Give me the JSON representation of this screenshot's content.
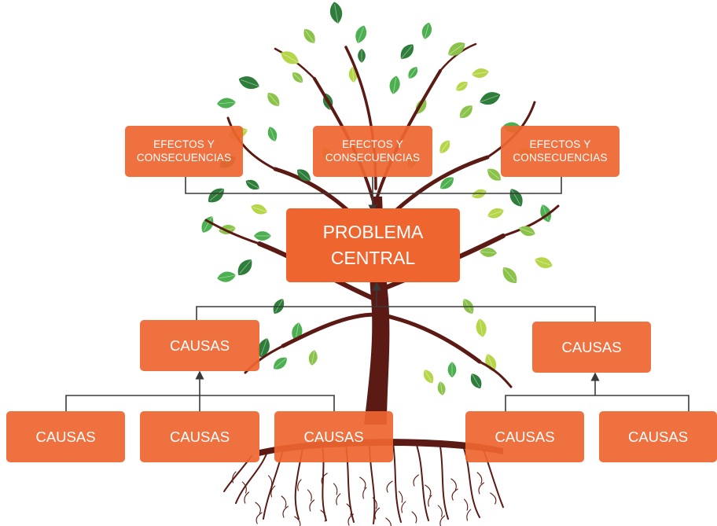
{
  "colors": {
    "box_fill": "#EF6530",
    "box_fill_translucent": "rgba(239,101,48,0.92)",
    "box_text": "#FFFFFF",
    "connector": "#3A3A3A",
    "trunk": "#5B1B14",
    "leaf_dark": "#2E7D3A",
    "leaf_mid": "#4CAF50",
    "leaf_light": "#8BC34A",
    "leaf_lime": "#B6D64A"
  },
  "effects": [
    {
      "label": "EFECTOS Y\nCONSECUENCIAS"
    },
    {
      "label": "EFECTOS Y\nCONSECUENCIAS"
    },
    {
      "label": "EFECTOS Y\nCONSECUENCIAS"
    }
  ],
  "central": {
    "label": "PROBLEMA\nCENTRAL"
  },
  "primary_causes": [
    {
      "label": "CAUSAS"
    },
    {
      "label": "CAUSAS"
    }
  ],
  "secondary_causes": [
    {
      "label": "CAUSAS"
    },
    {
      "label": "CAUSAS"
    },
    {
      "label": "CAUSAS"
    },
    {
      "label": "CAUSAS"
    },
    {
      "label": "CAUSAS"
    }
  ],
  "icons": {
    "tree": "tree-icon",
    "roots": "roots-icon"
  }
}
